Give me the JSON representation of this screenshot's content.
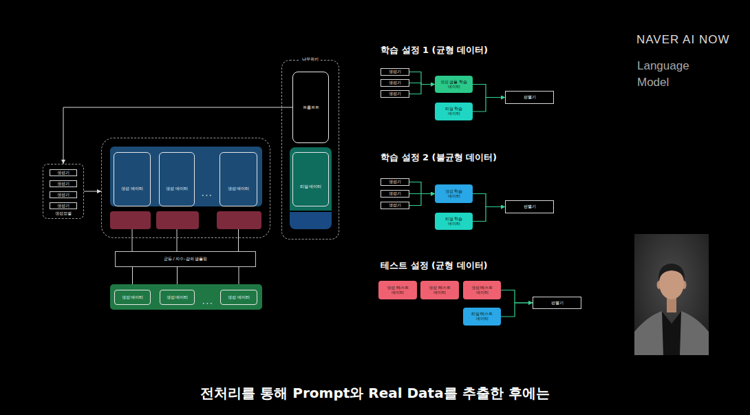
{
  "diagram": {
    "caption": "전처리를 통해 Prompt와 Real Data를 추출한 후에는",
    "nodes": [
      {
        "text": [
          "생성모델"
        ]
      },
      {
        "text": [
          "생성기"
        ],
        "in": 0
      },
      {
        "text": [
          "생성기"
        ],
        "in": 0
      },
      {
        "text": [
          "생성기"
        ],
        "in": 0
      },
      {
        "text": [
          "생성기"
        ],
        "in": 0
      },
      {
        "text": []
      },
      {
        "text": [
          "생성 데이터"
        ],
        "in": 5
      },
      {
        "text": [
          "생성 데이터"
        ],
        "in": 5
      },
      {
        "text": [
          "생성 데이터"
        ],
        "in": 5
      },
      {
        "text": [
          "나무위키"
        ]
      },
      {
        "text": [
          "프롬프트"
        ],
        "in": 9
      },
      {
        "text": [
          "리얼 데이터"
        ],
        "in": 9
      },
      {
        "text": [
          "균등 / 지수-감쇠 샘플링"
        ]
      },
      {
        "text": []
      },
      {
        "text": [
          "생성 데이터"
        ],
        "in": 13
      },
      {
        "text": [
          "생성 데이터"
        ],
        "in": 13
      },
      {
        "text": [
          "생성 데이터"
        ],
        "in": 13
      },
      {
        "text": [
          "생성기"
        ]
      },
      {
        "text": [
          "생성기"
        ]
      },
      {
        "text": [
          "생성기"
        ]
      },
      {
        "text": [
          "생성 샘플 학습 데이터"
        ]
      },
      {
        "text": [
          "리얼 학습 데이터"
        ]
      },
      {
        "text": [
          "판별기"
        ]
      },
      {
        "text": [
          "생성기"
        ]
      },
      {
        "text": [
          "생성기"
        ]
      },
      {
        "text": [
          "생성기"
        ]
      },
      {
        "text": [
          "생성 학습 데이터"
        ]
      },
      {
        "text": [
          "리얼 학습 데이터"
        ]
      },
      {
        "text": [
          "판별기"
        ]
      },
      {
        "text": [
          "생성 테스트 데이터"
        ]
      },
      {
        "text": [
          "생성 테스트 데이터"
        ]
      },
      {
        "text": [
          "생성 테스트 데이터"
        ]
      },
      {
        "text": [
          "리얼 테스트 데이터"
        ]
      },
      {
        "text": [
          "판별기"
        ]
      }
    ],
    "edges": [
      {
        "from": 10,
        "to": 0,
        "arrow": "to"
      },
      {
        "from": 0,
        "to": 5,
        "arrow": "to"
      },
      {
        "from": 6,
        "to": 12,
        "arrow": "none"
      },
      {
        "from": 7,
        "to": 12,
        "arrow": "none"
      },
      {
        "from": 8,
        "to": 12,
        "arrow": "none"
      },
      {
        "from": 12,
        "to": 14,
        "arrow": "to"
      },
      {
        "from": 12,
        "to": 15,
        "arrow": "to"
      },
      {
        "from": 12,
        "to": 16,
        "arrow": "to"
      },
      {
        "from": 17,
        "to": 20,
        "arrow": "to"
      },
      {
        "from": 18,
        "to": 20,
        "arrow": "to"
      },
      {
        "from": 19,
        "to": 20,
        "arrow": "to"
      },
      {
        "from": 20,
        "to": 22,
        "arrow": "to"
      },
      {
        "from": 21,
        "to": 22,
        "arrow": "to"
      },
      {
        "from": 23,
        "to": 26,
        "arrow": "to"
      },
      {
        "from": 24,
        "to": 26,
        "arrow": "to"
      },
      {
        "from": 25,
        "to": 26,
        "arrow": "to"
      },
      {
        "from": 26,
        "to": 28,
        "arrow": "to"
      },
      {
        "from": 27,
        "to": 28,
        "arrow": "to"
      },
      {
        "from": 31,
        "to": 33,
        "arrow": "to"
      },
      {
        "from": 32,
        "to": 33,
        "arrow": "to"
      }
    ],
    "labels": [
      "학습 설정 1 (균형 데이터)",
      "학습 설정 2 (불균형 데이터)",
      "테스트 설정 (균형 데이터)",
      "NAVER AI NOW",
      "Language Model",
      "• • •",
      "• • •"
    ]
  }
}
